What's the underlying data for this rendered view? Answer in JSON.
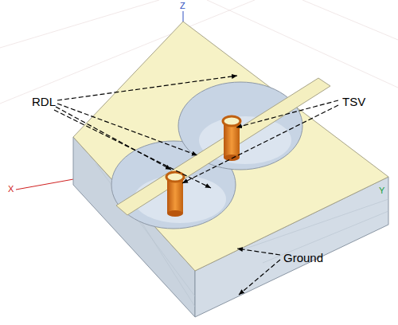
{
  "diagram": {
    "labels": [
      "RDL",
      "TSV",
      "Ground",
      "Z",
      "X",
      "Y"
    ]
  }
}
